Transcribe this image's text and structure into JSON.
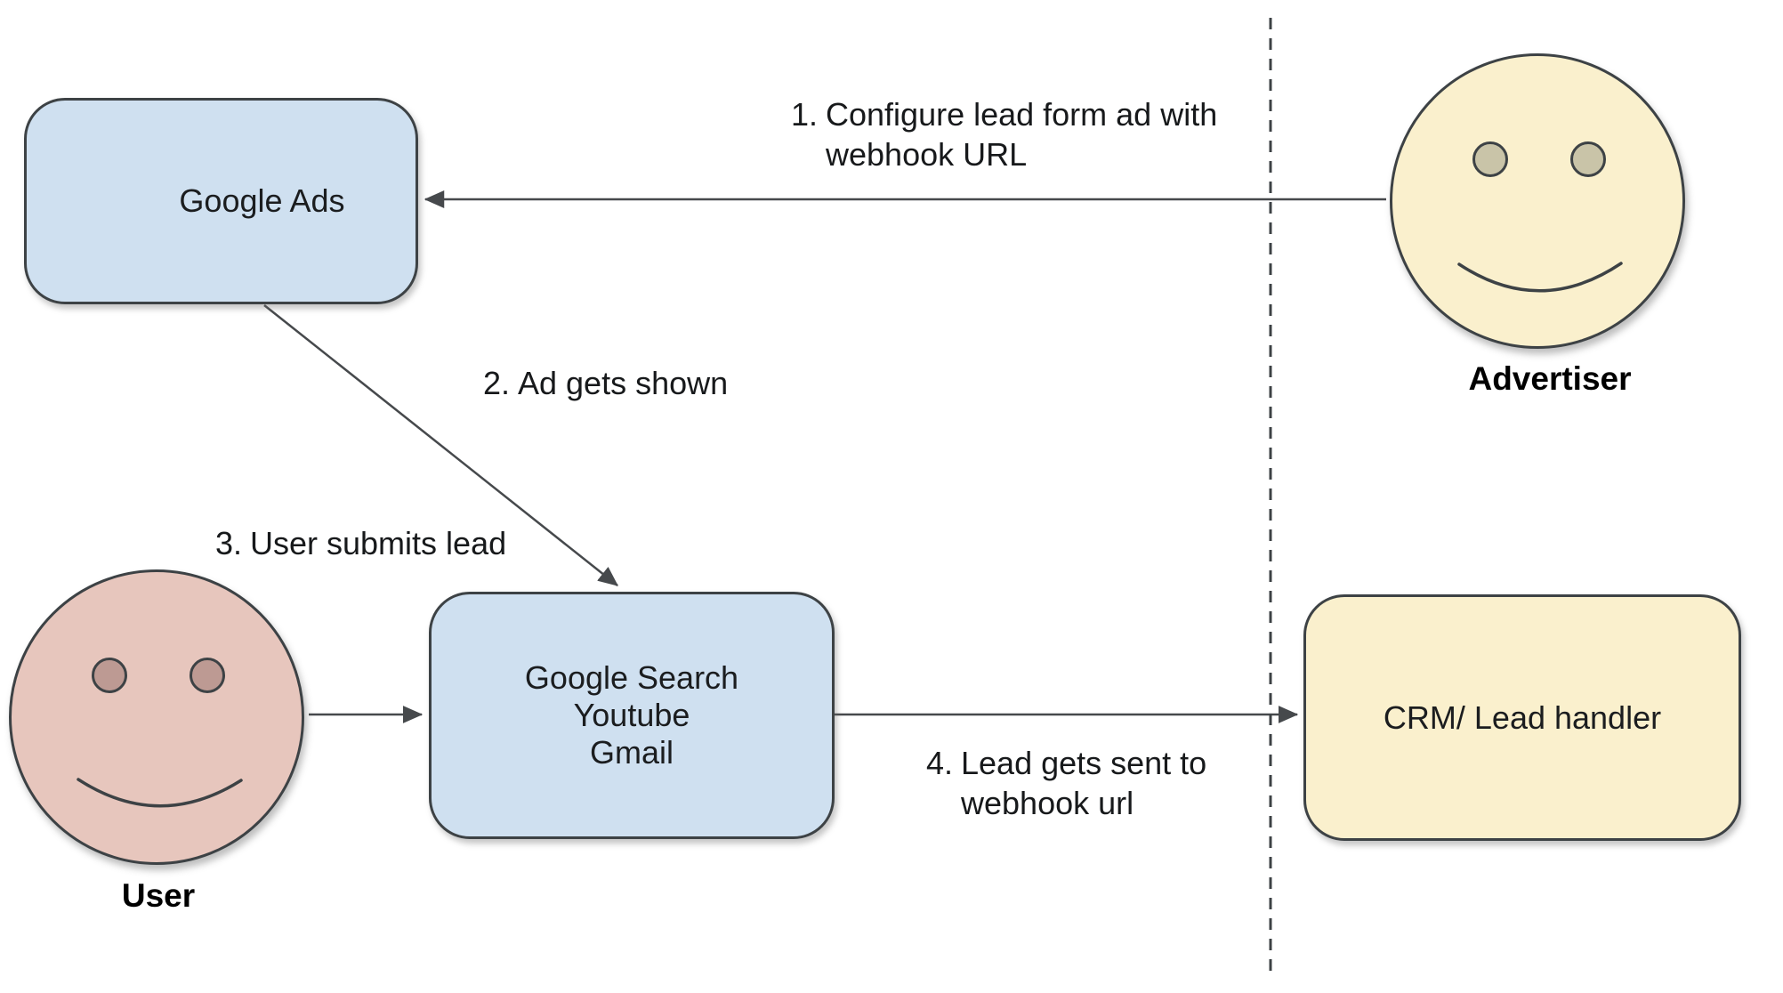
{
  "palette": {
    "background": "#ffffff",
    "google_box_fill": "#cfe0f0",
    "cream_fill": "#faf0cd",
    "user_face_fill": "#e7c6bd",
    "user_eye_fill": "#bd9a93",
    "advertiser_eye_fill": "#c9c4a8",
    "shape_border": "#3d4245",
    "connector": "#46494c",
    "text": "#17191b"
  },
  "nodes": {
    "google_ads": {
      "label": "Google Ads"
    },
    "google_surfaces": {
      "lines": [
        "Google Search",
        "Youtube",
        "Gmail"
      ]
    },
    "crm": {
      "label": "CRM/ Lead handler"
    }
  },
  "actors": {
    "advertiser": {
      "label": "Advertiser"
    },
    "user": {
      "label": "User"
    }
  },
  "steps": [
    {
      "num": "1.",
      "lines": [
        "Configure lead form ad with",
        "webhook URL"
      ]
    },
    {
      "num": "2.",
      "lines": [
        "Ad gets shown"
      ]
    },
    {
      "num": "3.",
      "lines": [
        "User submits lead"
      ]
    },
    {
      "num": "4.",
      "lines": [
        "Lead gets sent to",
        "webhook url"
      ]
    }
  ]
}
